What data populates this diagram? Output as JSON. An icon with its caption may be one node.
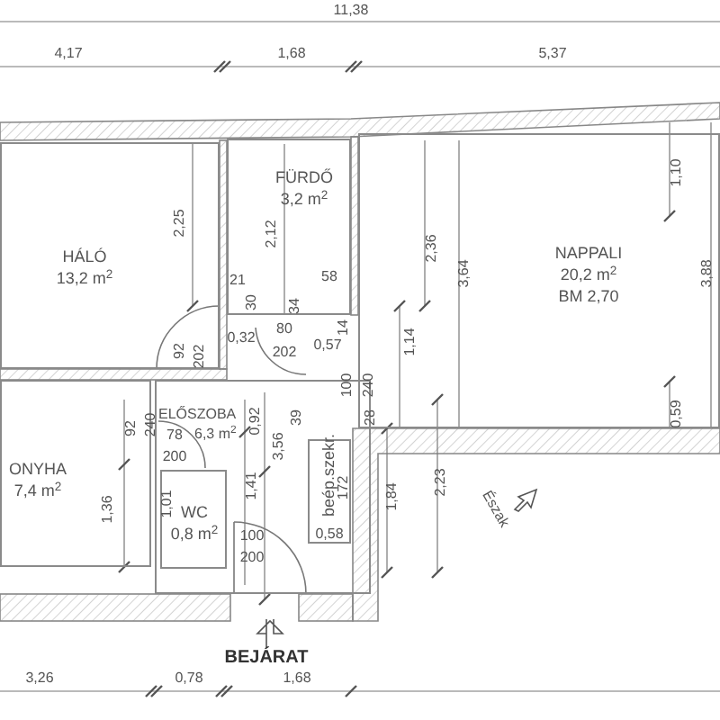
{
  "diagram": {
    "nodes": [
      {
        "text": [
          "HÁLÓ",
          "13,2 m$^{2}$"
        ]
      },
      {
        "text": [
          "FÜRDŐ",
          "3,2 m$^{2}$"
        ]
      },
      {
        "text": [
          "NAPPALI",
          "20,2 m$^{2}$",
          "BM 2,70"
        ]
      },
      {
        "text": [
          "ONYHA",
          "7,4 m$^{2}$"
        ]
      },
      {
        "text": [
          "ELŐSZOBA",
          "6,3 m$^{2}$"
        ]
      },
      {
        "text": [
          "WC",
          "0,8 m$^{2}$"
        ],
        "in": 4
      },
      {
        "text": [
          "beép.szekr."
        ],
        "in": 4
      }
    ],
    "labels": [
      "11,38",
      "4,17",
      "1,68",
      "5,37",
      "2,25",
      "2,12",
      "21",
      "30",
      "58",
      "34",
      "80",
      "202",
      "0,32",
      "0,57",
      "14",
      "92",
      "202",
      "1,10",
      "2,36",
      "3,64",
      "3,88",
      "1,14",
      "0,59",
      "100",
      "240",
      "28",
      "92",
      "240",
      "78",
      "200",
      "0,92",
      "3,56",
      "39",
      "1,41",
      "1,36",
      "1,01",
      "172",
      "100",
      "0,58",
      "200",
      "1,84",
      "2,23",
      "Észak",
      "BEJÁRAT",
      "3,26",
      "0,78",
      "1,68"
    ]
  }
}
